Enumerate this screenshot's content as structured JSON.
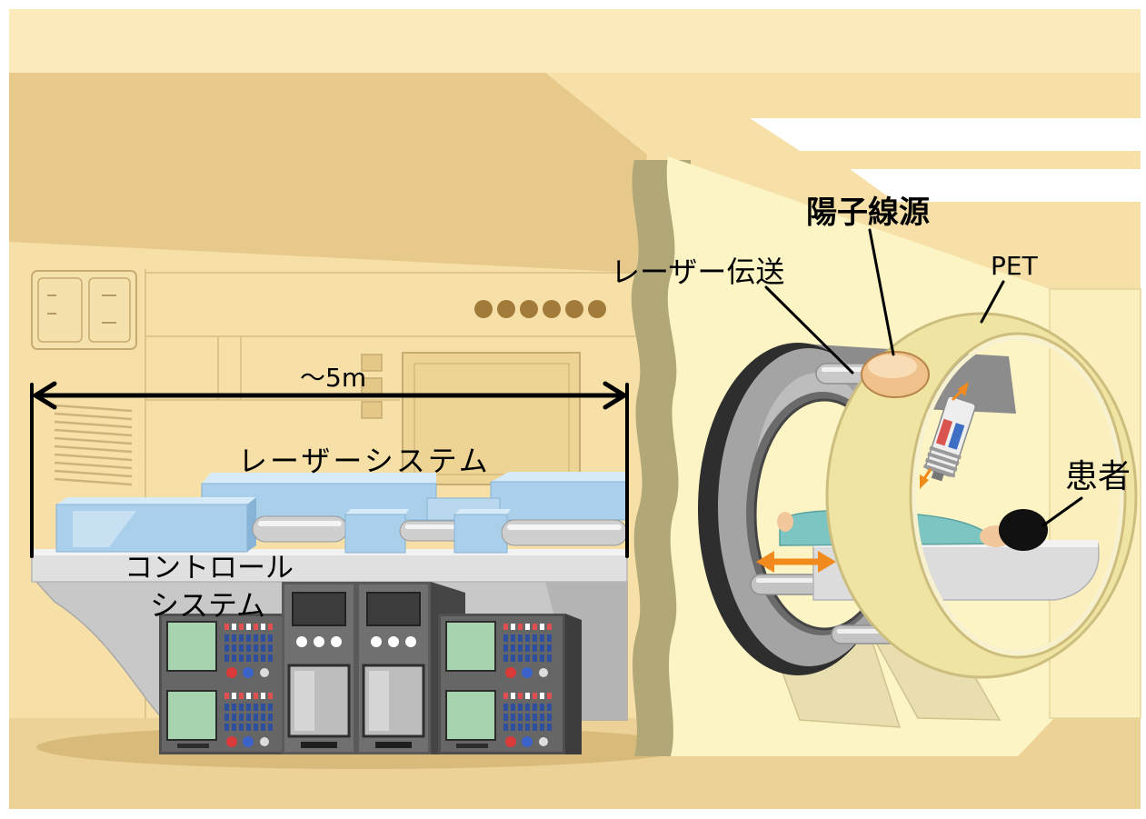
{
  "labels": {
    "proton_source": "陽子線源",
    "laser_transport": "レーザー伝送",
    "pet": "PET",
    "distance": "～5m",
    "laser_system": "レーザーシステム",
    "control_system_line1": "コントロール",
    "control_system_line2": "システム",
    "patient": "患者"
  },
  "colors": {
    "laser_system": "#a9cfeb",
    "pet_ring": "#f0e4a3",
    "motion_arrow": "#f08a1c",
    "patient_gown": "#7cc5c2",
    "screen_green": "#a7d3ae",
    "gantry": "#2e2e2e"
  }
}
